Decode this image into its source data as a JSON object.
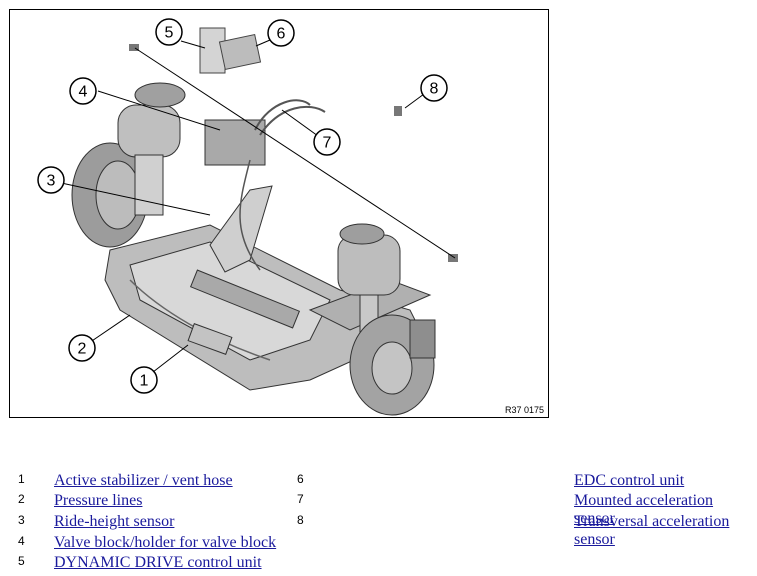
{
  "figure": {
    "ref_code": "R37 0175",
    "callouts": [
      "1",
      "2",
      "3",
      "4",
      "5",
      "6",
      "7",
      "8"
    ]
  },
  "legend": [
    {
      "num": "1",
      "label": "Active stabilizer / vent hose"
    },
    {
      "num": "2",
      "label": "Pressure lines"
    },
    {
      "num": "3",
      "label": "Ride-height sensor"
    },
    {
      "num": "4",
      "label": "Valve block/holder for valve block"
    },
    {
      "num": "5",
      "label": "DYNAMIC DRIVE control unit"
    },
    {
      "num": "6",
      "label": "EDC control unit"
    },
    {
      "num": "7",
      "label": "Mounted acceleration sensor"
    },
    {
      "num": "8",
      "label": "Transversal acceleration sensor"
    }
  ]
}
